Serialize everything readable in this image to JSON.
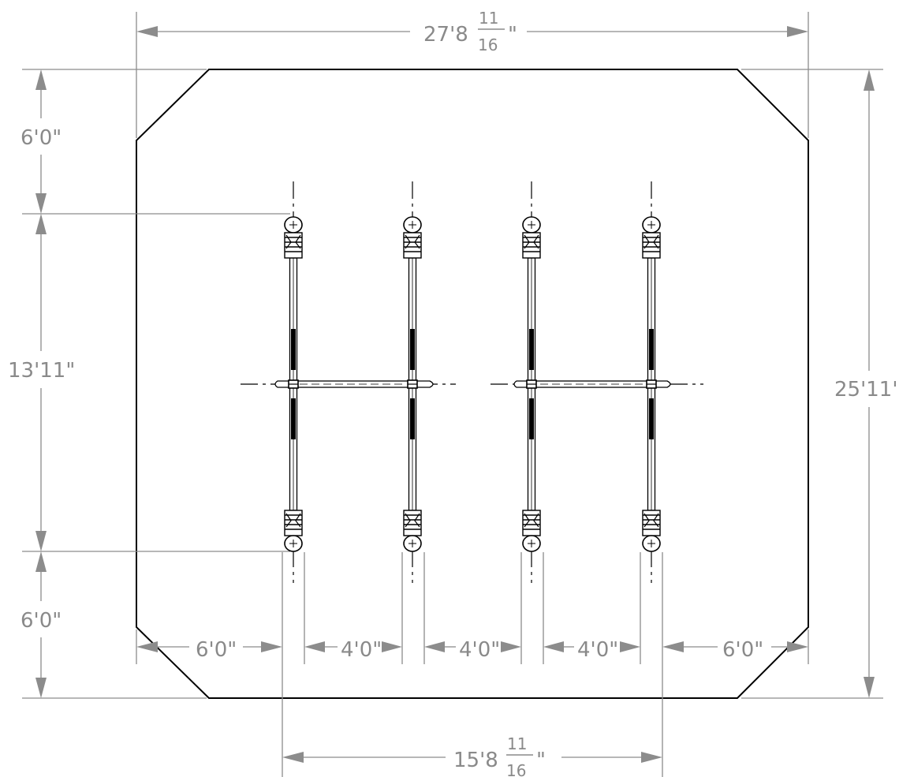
{
  "drawing": {
    "overall_width": {
      "main": "27'8",
      "num": "11",
      "den": "16",
      "tail": "\""
    },
    "overall_height": "25'11'",
    "post_span_width": {
      "main": "15'8",
      "num": "11",
      "den": "16",
      "tail": "\""
    },
    "top_offset": "6'0\"",
    "post_length": "13'11\"",
    "bottom_offset": "6'0\"",
    "bottom_dims": [
      "6'0\"",
      "4'0\"",
      "4'0\"",
      "4'0\"",
      "6'0\""
    ]
  }
}
